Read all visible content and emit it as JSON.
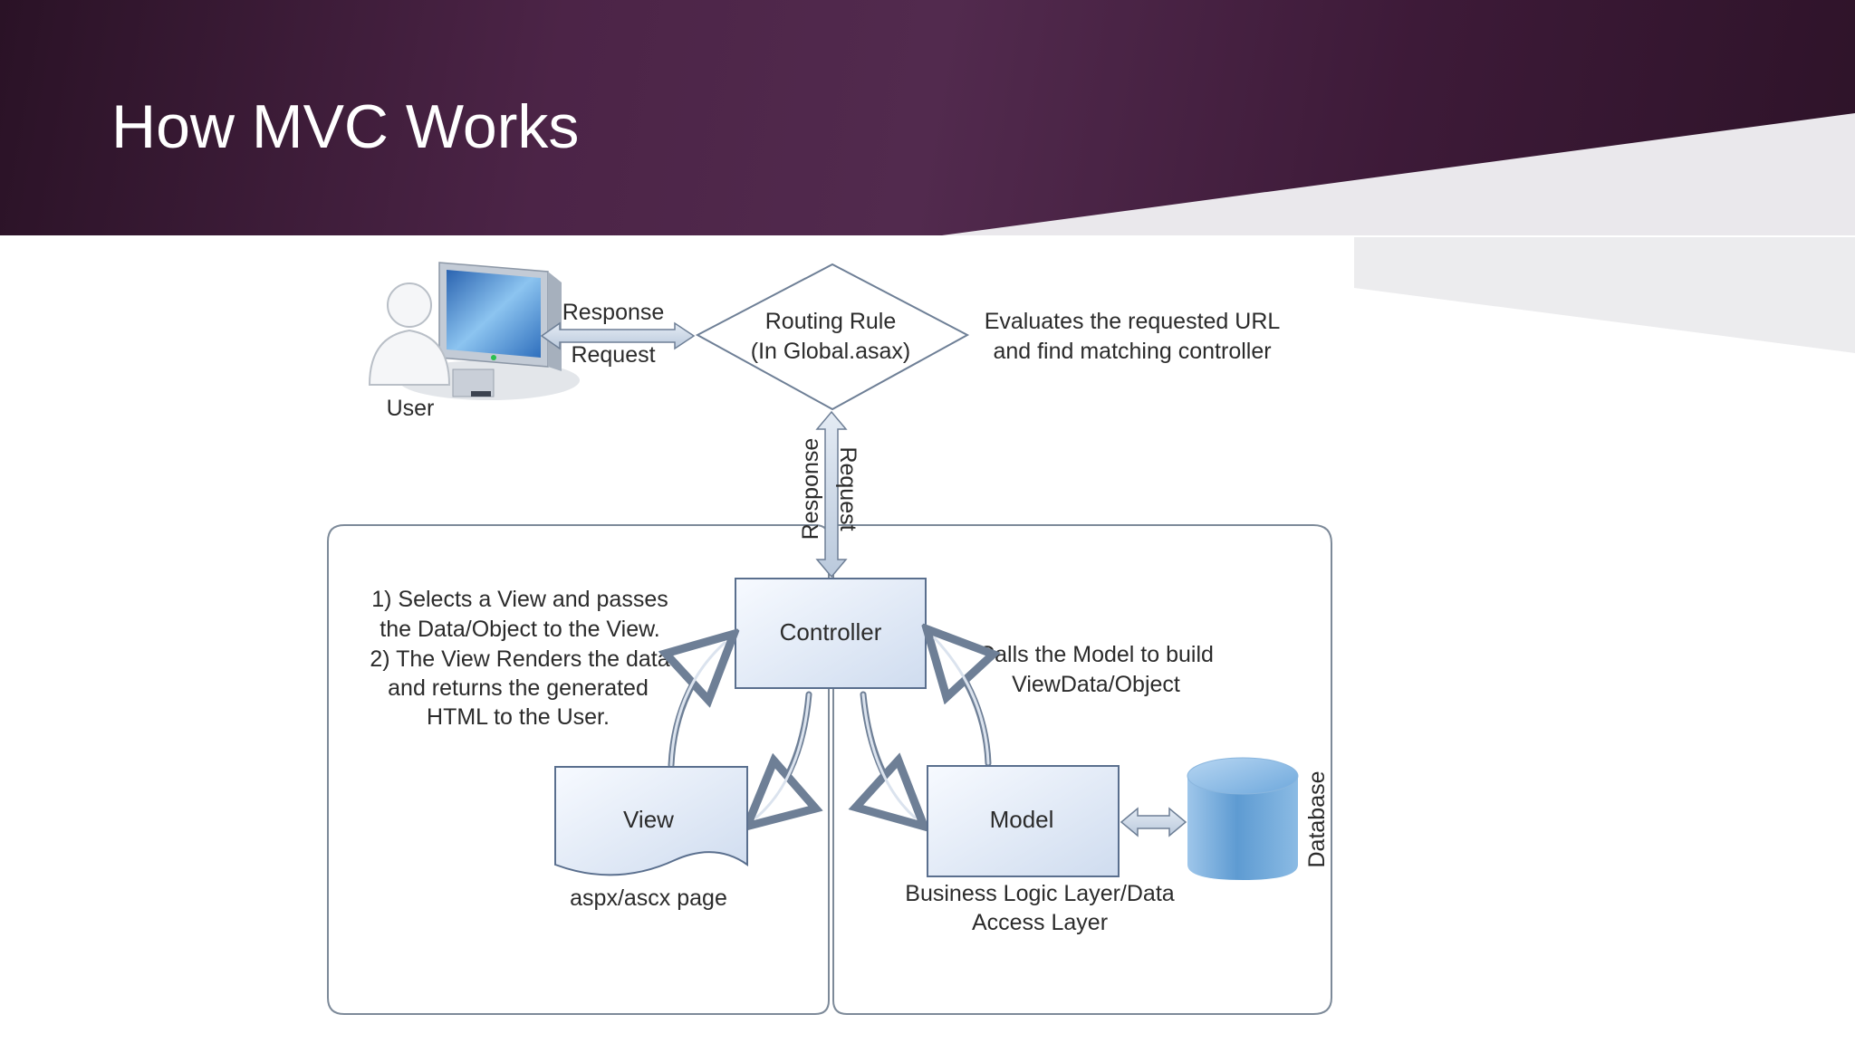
{
  "slide": {
    "title": "How MVC Works"
  },
  "diagram": {
    "user_label": "User",
    "user_arrow_top_label": "Response",
    "user_arrow_bottom_label": "Request",
    "routing_rule_line1": "Routing Rule",
    "routing_rule_line2": "(In Global.asax)",
    "routing_note_line1": "Evaluates the requested URL",
    "routing_note_line2": "and find matching controller",
    "vertical_response_label": "Response",
    "vertical_request_label": "Request",
    "controller_label": "Controller",
    "view_label": "View",
    "view_caption": "aspx/ascx page",
    "model_label": "Model",
    "model_caption_line1": "Business Logic Layer/Data",
    "model_caption_line2": "Access Layer",
    "database_label": "Database",
    "controller_view_note": [
      "1) Selects a View and passes",
      "the Data/Object to the View.",
      "2) The View Renders the data",
      "and returns the generated",
      "HTML to the User."
    ],
    "controller_model_note": [
      "Calls the Model to build",
      "ViewData/Object"
    ]
  },
  "colors": {
    "header_bg": "#4c2447",
    "box_fill": "#eef3fb",
    "box_stroke": "#5a6f8e",
    "arrow_fill": "#d3deec",
    "database_blue": "#6aa2d4"
  }
}
